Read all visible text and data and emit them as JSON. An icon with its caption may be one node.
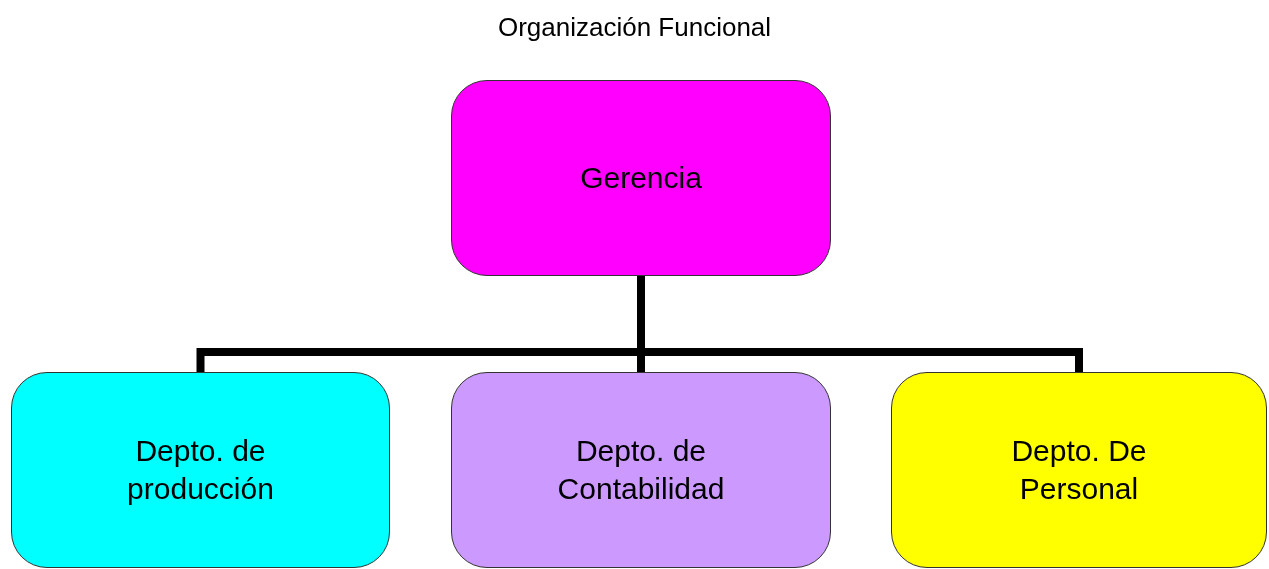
{
  "diagram": {
    "title": "Organización Funcional",
    "nodes": [
      {
        "text": [
          "Gerencia"
        ]
      },
      {
        "text": [
          "Depto. de producción"
        ]
      },
      {
        "text": [
          "Depto. de Contabilidad"
        ]
      },
      {
        "text": [
          "Depto. De Personal"
        ]
      }
    ],
    "edges": [
      {
        "from": 0,
        "to": 1,
        "arrow": "none"
      },
      {
        "from": 0,
        "to": 2,
        "arrow": "none"
      },
      {
        "from": 0,
        "to": 3,
        "arrow": "none"
      }
    ]
  }
}
